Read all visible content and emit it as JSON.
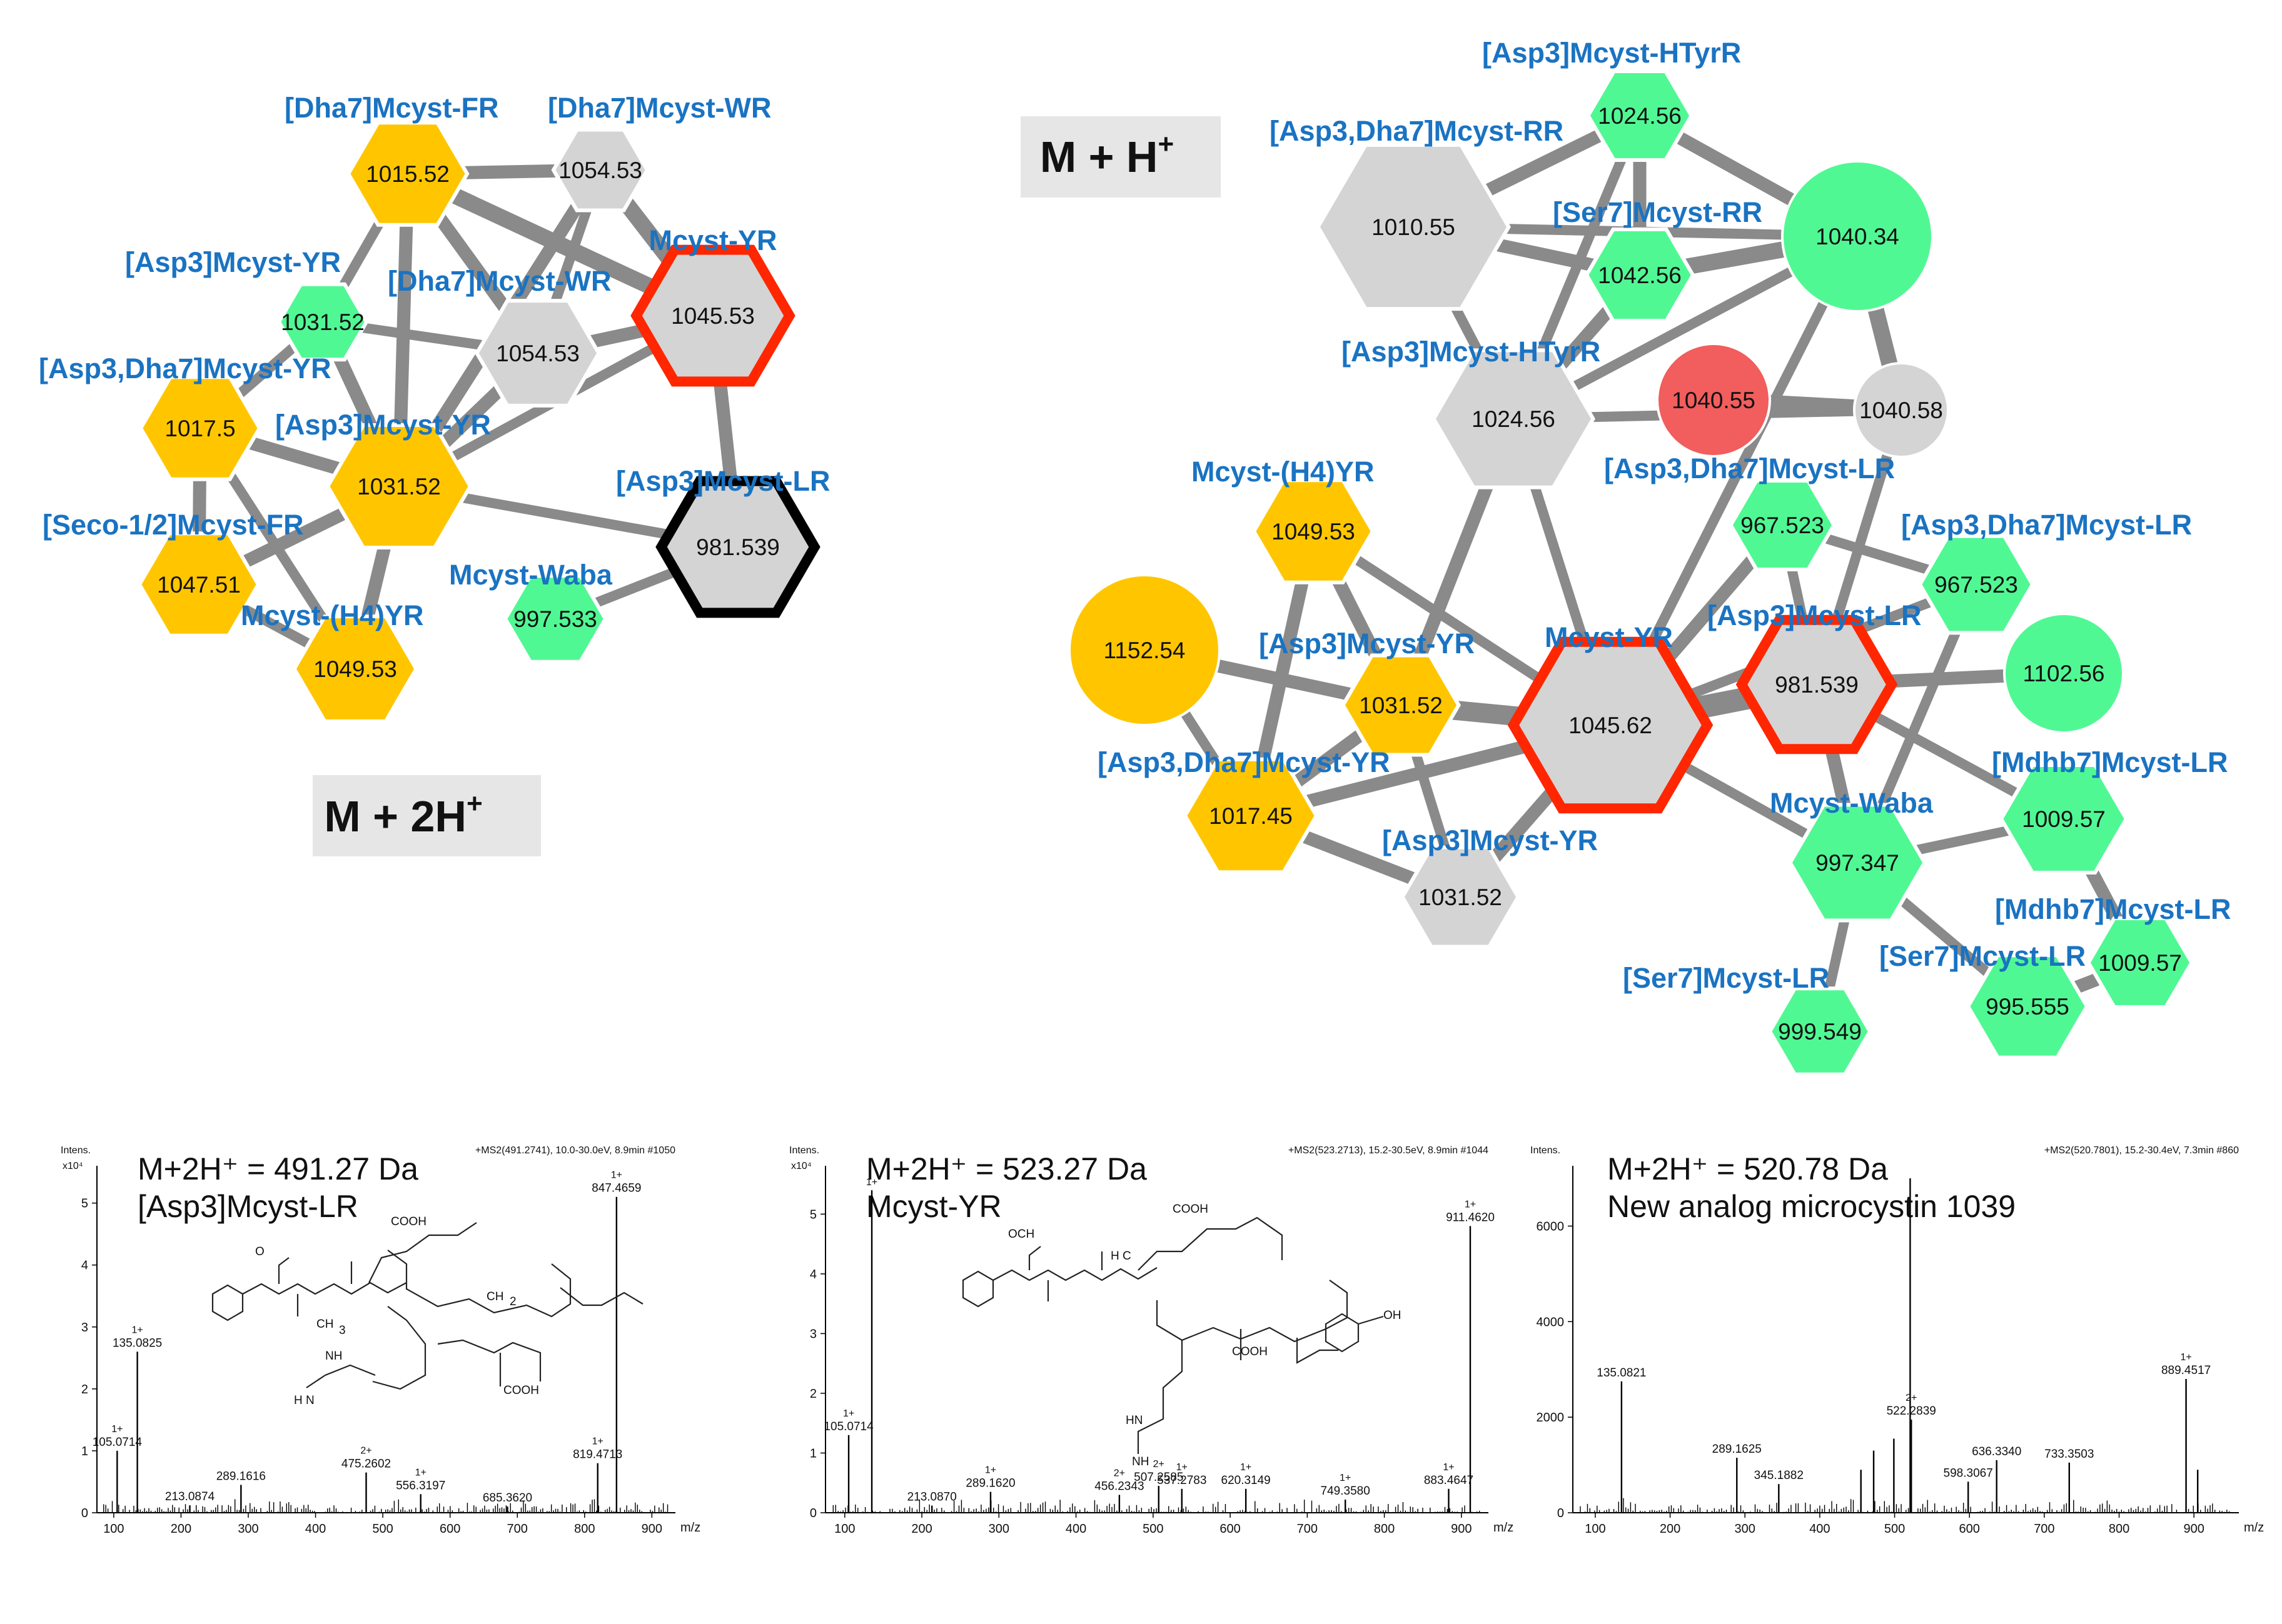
{
  "colors": {
    "yellow": "#FFC600",
    "green": "#50F894",
    "gray": "#D4D4D4",
    "red_node": "#F25D5D",
    "red_outline": "#FF2600",
    "black_outline": "#000000",
    "edge": "#8A8A8A",
    "label": "#1A73C2"
  },
  "badges": {
    "left": {
      "text": "M + 2H",
      "sup": "+"
    },
    "right": {
      "text": "M + H",
      "sup": "+"
    }
  },
  "network_2h": {
    "nodes": [
      {
        "id": "n1",
        "label": "[Dha7]Mcyst-FR",
        "value": "1015.52",
        "shape": "hexagon",
        "color": "yellow"
      },
      {
        "id": "n2",
        "label": "[Dha7]Mcyst-WR",
        "value": "1054.53",
        "shape": "hexagon",
        "color": "gray"
      },
      {
        "id": "n3",
        "label": "Mcyst-YR",
        "value": "1045.53",
        "shape": "hexagon",
        "color": "gray",
        "outline": "red_outline"
      },
      {
        "id": "n4",
        "label": "[Asp3]Mcyst-YR",
        "value": "1031.52",
        "shape": "hexagon",
        "color": "green"
      },
      {
        "id": "n5",
        "label": "[Dha7]Mcyst-WR",
        "value": "1054.53",
        "shape": "hexagon",
        "color": "gray"
      },
      {
        "id": "n6",
        "label": "[Asp3,Dha7]Mcyst-YR",
        "value": "1017.5",
        "shape": "hexagon",
        "color": "yellow"
      },
      {
        "id": "n7",
        "label": "[Asp3]Mcyst-YR",
        "value": "1031.52",
        "shape": "hexagon",
        "color": "yellow"
      },
      {
        "id": "n8",
        "label": "[Asp3]Mcyst-LR",
        "value": "981.539",
        "shape": "hexagon",
        "color": "gray",
        "outline": "black_outline"
      },
      {
        "id": "n9",
        "label": "[Seco-1/2]Mcyst-FR",
        "value": "1047.51",
        "shape": "hexagon",
        "color": "yellow"
      },
      {
        "id": "n10",
        "label": "Mcyst-Waba",
        "value": "997.533",
        "shape": "hexagon",
        "color": "green"
      },
      {
        "id": "n11",
        "label": "Mcyst-(H4)YR",
        "value": "1049.53",
        "shape": "hexagon",
        "color": "yellow"
      }
    ],
    "edges": [
      {
        "from": "n1",
        "to": "n2",
        "weight": 3
      },
      {
        "from": "n1",
        "to": "n3",
        "weight": 4
      },
      {
        "from": "n1",
        "to": "n5",
        "weight": 3
      },
      {
        "from": "n1",
        "to": "n4",
        "weight": 2
      },
      {
        "from": "n1",
        "to": "n7",
        "weight": 3
      },
      {
        "from": "n2",
        "to": "n3",
        "weight": 4
      },
      {
        "from": "n2",
        "to": "n7",
        "weight": 3
      },
      {
        "from": "n2",
        "to": "n5",
        "weight": 2
      },
      {
        "from": "n5",
        "to": "n3",
        "weight": 3
      },
      {
        "from": "n4",
        "to": "n5",
        "weight": 2
      },
      {
        "from": "n4",
        "to": "n7",
        "weight": 3
      },
      {
        "from": "n5",
        "to": "n7",
        "weight": 3
      },
      {
        "from": "n3",
        "to": "n7",
        "weight": 2
      },
      {
        "from": "n3",
        "to": "n8",
        "weight": 3
      },
      {
        "from": "n7",
        "to": "n8",
        "weight": 2
      },
      {
        "from": "n6",
        "to": "n7",
        "weight": 3
      },
      {
        "from": "n6",
        "to": "n9",
        "weight": 3
      },
      {
        "from": "n6",
        "to": "n4",
        "weight": 2
      },
      {
        "from": "n6",
        "to": "n11",
        "weight": 2
      },
      {
        "from": "n7",
        "to": "n9",
        "weight": 3
      },
      {
        "from": "n7",
        "to": "n11",
        "weight": 3
      },
      {
        "from": "n9",
        "to": "n11",
        "weight": 2
      },
      {
        "from": "n10",
        "to": "n8",
        "weight": 2
      }
    ]
  },
  "network_h": {
    "nodes": [
      {
        "id": "m1",
        "label": "[Asp3]Mcyst-HTyrR",
        "value": "1024.56",
        "shape": "hexagon",
        "color": "green"
      },
      {
        "id": "m2",
        "label": "[Asp3,Dha7]Mcyst-RR",
        "value": "1010.55",
        "shape": "hexagon",
        "color": "gray"
      },
      {
        "id": "m3",
        "label": "",
        "value": "1040.34",
        "shape": "circle",
        "color": "green"
      },
      {
        "id": "m4",
        "label": "[Ser7]Mcyst-RR",
        "value": "1042.56",
        "shape": "hexagon",
        "color": "green"
      },
      {
        "id": "m5",
        "label": "[Asp3]Mcyst-HTyrR",
        "value": "1024.56",
        "shape": "hexagon",
        "color": "gray"
      },
      {
        "id": "m6",
        "label": "",
        "value": "1040.55",
        "shape": "circle",
        "color": "red_node"
      },
      {
        "id": "m7",
        "label": "",
        "value": "1040.58",
        "shape": "circle",
        "color": "gray"
      },
      {
        "id": "m8",
        "label": "[Asp3,Dha7]Mcyst-LR",
        "value": "967.523",
        "shape": "hexagon",
        "color": "green"
      },
      {
        "id": "m9",
        "label": "[Asp3,Dha7]Mcyst-LR",
        "value": "967.523",
        "shape": "hexagon",
        "color": "green"
      },
      {
        "id": "m10",
        "label": "Mcyst-(H4)YR",
        "value": "1049.53",
        "shape": "hexagon",
        "color": "yellow"
      },
      {
        "id": "m11",
        "label": "",
        "value": "1152.54",
        "shape": "circle",
        "color": "yellow"
      },
      {
        "id": "m12",
        "label": "[Asp3]Mcyst-YR",
        "value": "1031.52",
        "shape": "hexagon",
        "color": "yellow"
      },
      {
        "id": "m13",
        "label": "Mcyst-YR",
        "value": "1045.62",
        "shape": "hexagon",
        "color": "gray",
        "outline": "red_outline"
      },
      {
        "id": "m14",
        "label": "[Asp3]Mcyst-LR",
        "value": "981.539",
        "shape": "hexagon",
        "color": "gray",
        "outline": "red_outline"
      },
      {
        "id": "m15",
        "label": "",
        "value": "1102.56",
        "shape": "circle",
        "color": "green"
      },
      {
        "id": "m16",
        "label": "[Asp3,Dha7]Mcyst-YR",
        "value": "1017.45",
        "shape": "hexagon",
        "color": "yellow"
      },
      {
        "id": "m17",
        "label": "[Asp3]Mcyst-YR",
        "value": "1031.52",
        "shape": "hexagon",
        "color": "gray"
      },
      {
        "id": "m18",
        "label": "Mcyst-Waba",
        "value": "997.347",
        "shape": "hexagon",
        "color": "green"
      },
      {
        "id": "m19",
        "label": "[Mdhb7]Mcyst-LR",
        "value": "1009.57",
        "shape": "hexagon",
        "color": "green"
      },
      {
        "id": "m20",
        "label": "[Mdhb7]Mcyst-LR",
        "value": "1009.57",
        "shape": "hexagon",
        "color": "green"
      },
      {
        "id": "m21",
        "label": "[Ser7]Mcyst-LR",
        "value": "995.555",
        "shape": "hexagon",
        "color": "green"
      },
      {
        "id": "m22",
        "label": "[Ser7]Mcyst-LR",
        "value": "999.549",
        "shape": "hexagon",
        "color": "green"
      }
    ],
    "edges": [
      {
        "from": "m1",
        "to": "m2",
        "weight": 3
      },
      {
        "from": "m1",
        "to": "m3",
        "weight": 3
      },
      {
        "from": "m1",
        "to": "m4",
        "weight": 3
      },
      {
        "from": "m1",
        "to": "m5",
        "weight": 2
      },
      {
        "from": "m2",
        "to": "m4",
        "weight": 3
      },
      {
        "from": "m2",
        "to": "m3",
        "weight": 2
      },
      {
        "from": "m2",
        "to": "m5",
        "weight": 2
      },
      {
        "from": "m4",
        "to": "m3",
        "weight": 4
      },
      {
        "from": "m4",
        "to": "m5",
        "weight": 3
      },
      {
        "from": "m3",
        "to": "m7",
        "weight": 4
      },
      {
        "from": "m3",
        "to": "m5",
        "weight": 2
      },
      {
        "from": "m5",
        "to": "m7",
        "weight": 2
      },
      {
        "from": "m6",
        "to": "m7",
        "weight": 4
      },
      {
        "from": "m5",
        "to": "m12",
        "weight": 3
      },
      {
        "from": "m5",
        "to": "m13",
        "weight": 2
      },
      {
        "from": "m7",
        "to": "m14",
        "weight": 2
      },
      {
        "from": "m3",
        "to": "m13",
        "weight": 2
      },
      {
        "from": "m8",
        "to": "m13",
        "weight": 3
      },
      {
        "from": "m8",
        "to": "m9",
        "weight": 2
      },
      {
        "from": "m8",
        "to": "m14",
        "weight": 2
      },
      {
        "from": "m9",
        "to": "m18",
        "weight": 2
      },
      {
        "from": "m9",
        "to": "m13",
        "weight": 2
      },
      {
        "from": "m10",
        "to": "m12",
        "weight": 3
      },
      {
        "from": "m10",
        "to": "m13",
        "weight": 2
      },
      {
        "from": "m10",
        "to": "m16",
        "weight": 3
      },
      {
        "from": "m11",
        "to": "m12",
        "weight": 3
      },
      {
        "from": "m11",
        "to": "m16",
        "weight": 2
      },
      {
        "from": "m12",
        "to": "m13",
        "weight": 5
      },
      {
        "from": "m12",
        "to": "m16",
        "weight": 3
      },
      {
        "from": "m12",
        "to": "m17",
        "weight": 2
      },
      {
        "from": "m13",
        "to": "m14",
        "weight": 6
      },
      {
        "from": "m13",
        "to": "m16",
        "weight": 3
      },
      {
        "from": "m13",
        "to": "m17",
        "weight": 3
      },
      {
        "from": "m13",
        "to": "m18",
        "weight": 2
      },
      {
        "from": "m14",
        "to": "m15",
        "weight": 3
      },
      {
        "from": "m14",
        "to": "m18",
        "weight": 3
      },
      {
        "from": "m14",
        "to": "m19",
        "weight": 2
      },
      {
        "from": "m16",
        "to": "m17",
        "weight": 3
      },
      {
        "from": "m18",
        "to": "m19",
        "weight": 2
      },
      {
        "from": "m18",
        "to": "m22",
        "weight": 2
      },
      {
        "from": "m18",
        "to": "m21",
        "weight": 2
      },
      {
        "from": "m19",
        "to": "m20",
        "weight": 3
      },
      {
        "from": "m21",
        "to": "m20",
        "weight": 3
      }
    ]
  },
  "spectra": [
    {
      "id": "s1",
      "title_line1": "M+2H⁺ = 491.27 Da",
      "title_line2": "[Asp3]Mcyst-LR",
      "header_right": "+MS2(491.2741), 10.0-30.0eV, 8.9min #1050",
      "y_unit_label": "Intens.",
      "y_scale_label": "x10⁴",
      "xaxis_label": "m/z",
      "x_ticks": [
        "100",
        "200",
        "300",
        "400",
        "500",
        "600",
        "700",
        "800",
        "900"
      ],
      "y_ticks": [
        "0",
        "1",
        "2",
        "3",
        "4",
        "5"
      ],
      "chart_data": {
        "type": "bar",
        "xlim": [
          75,
          935
        ],
        "ylim": [
          0,
          5.4
        ],
        "peaks": [
          [
            105.0714,
            1.0
          ],
          [
            135.0825,
            2.6
          ],
          [
            213.0874,
            0.12
          ],
          [
            289.1616,
            0.45
          ],
          [
            475.2602,
            0.65
          ],
          [
            556.3197,
            0.3
          ],
          [
            685.362,
            0.1
          ],
          [
            819.4713,
            0.8
          ],
          [
            847.4659,
            5.1
          ]
        ],
        "annotations": [
          {
            "mz": 105.0714,
            "charge": "1+",
            "label": "105.0714"
          },
          {
            "mz": 135.0825,
            "charge": "1+",
            "label": "135.0825"
          },
          {
            "mz": 213.0874,
            "charge": "",
            "label": "213.0874"
          },
          {
            "mz": 289.1616,
            "charge": "",
            "label": "289.1616"
          },
          {
            "mz": 475.2602,
            "charge": "2+",
            "label": "475.2602"
          },
          {
            "mz": 556.3197,
            "charge": "1+",
            "label": "556.3197"
          },
          {
            "mz": 685.362,
            "charge": "",
            "label": "685.3620"
          },
          {
            "mz": 819.4713,
            "charge": "1+",
            "label": "819.4713"
          },
          {
            "mz": 847.4659,
            "charge": "1+",
            "label": "847.4659"
          }
        ]
      }
    },
    {
      "id": "s2",
      "title_line1": "M+2H⁺ = 523.27 Da",
      "title_line2": "Mcyst-YR",
      "header_right": "+MS2(523.2713), 15.2-30.5eV, 8.9min #1044",
      "y_unit_label": "Intens.",
      "y_scale_label": "x10⁴",
      "xaxis_label": "m/z",
      "x_ticks": [
        "100",
        "200",
        "300",
        "400",
        "500",
        "600",
        "700",
        "800",
        "900"
      ],
      "y_ticks": [
        "0",
        "1",
        "2",
        "3",
        "4",
        "5"
      ],
      "chart_data": {
        "type": "bar",
        "xlim": [
          75,
          935
        ],
        "ylim": [
          0,
          5.6
        ],
        "peaks": [
          [
            105.0714,
            1.3
          ],
          [
            135.0825,
            5.4
          ],
          [
            213.087,
            0.12
          ],
          [
            289.162,
            0.35
          ],
          [
            456.2343,
            0.3
          ],
          [
            507.2585,
            0.45
          ],
          [
            537.2783,
            0.4
          ],
          [
            620.3149,
            0.4
          ],
          [
            749.358,
            0.22
          ],
          [
            883.4647,
            0.4
          ],
          [
            911.462,
            4.8
          ]
        ],
        "annotations": [
          {
            "mz": 105.0714,
            "charge": "1+",
            "label": "105.0714"
          },
          {
            "mz": 135.0825,
            "charge": "1+",
            "label": ""
          },
          {
            "mz": 213.087,
            "charge": "",
            "label": "213.0870"
          },
          {
            "mz": 289.162,
            "charge": "1+",
            "label": "289.1620"
          },
          {
            "mz": 456.2343,
            "charge": "2+",
            "label": "456.2343"
          },
          {
            "mz": 507.2585,
            "charge": "2+",
            "label": "507.2585"
          },
          {
            "mz": 537.2783,
            "charge": "1+",
            "label": "537.2783"
          },
          {
            "mz": 620.3149,
            "charge": "1+",
            "label": "620.3149"
          },
          {
            "mz": 749.358,
            "charge": "1+",
            "label": "749.3580"
          },
          {
            "mz": 883.4647,
            "charge": "1+",
            "label": "883.4647"
          },
          {
            "mz": 911.462,
            "charge": "1+",
            "label": "911.4620"
          }
        ]
      }
    },
    {
      "id": "s3",
      "title_line1": "M+2H⁺ = 520.78 Da",
      "title_line2": "New analog microcystin 1039",
      "header_right": "+MS2(520.7801), 15.2-30.4eV, 7.3min #860",
      "y_unit_label": "Intens.",
      "y_scale_label": "",
      "xaxis_label": "m/z",
      "x_ticks": [
        "100",
        "200",
        "300",
        "400",
        "500",
        "600",
        "700",
        "800",
        "900"
      ],
      "y_ticks": [
        "0",
        "2000",
        "4000",
        "6000"
      ],
      "chart_data": {
        "type": "bar",
        "xlim": [
          70,
          960
        ],
        "ylim": [
          0,
          7000
        ],
        "peaks": [
          [
            135.0821,
            2750
          ],
          [
            289.1625,
            1150
          ],
          [
            345.1882,
            600
          ],
          [
            455.0,
            900
          ],
          [
            472.0,
            1300
          ],
          [
            499.0,
            1550
          ],
          [
            520.78,
            7000
          ],
          [
            522.2839,
            1950
          ],
          [
            598.3067,
            650
          ],
          [
            636.334,
            1100
          ],
          [
            733.3503,
            1050
          ],
          [
            889.4517,
            2800
          ],
          [
            905.0,
            900
          ]
        ],
        "annotations": [
          {
            "mz": 135.0821,
            "charge": "",
            "label": "135.0821"
          },
          {
            "mz": 289.1625,
            "charge": "",
            "label": "289.1625"
          },
          {
            "mz": 345.1882,
            "charge": "",
            "label": "345.1882"
          },
          {
            "mz": 522.2839,
            "charge": "2+",
            "label": "522.2839"
          },
          {
            "mz": 598.3067,
            "charge": "",
            "label": "598.3067"
          },
          {
            "mz": 636.334,
            "charge": "",
            "label": "636.3340"
          },
          {
            "mz": 733.3503,
            "charge": "",
            "label": "733.3503"
          },
          {
            "mz": 889.4517,
            "charge": "1+",
            "label": "889.4517"
          }
        ]
      }
    }
  ]
}
